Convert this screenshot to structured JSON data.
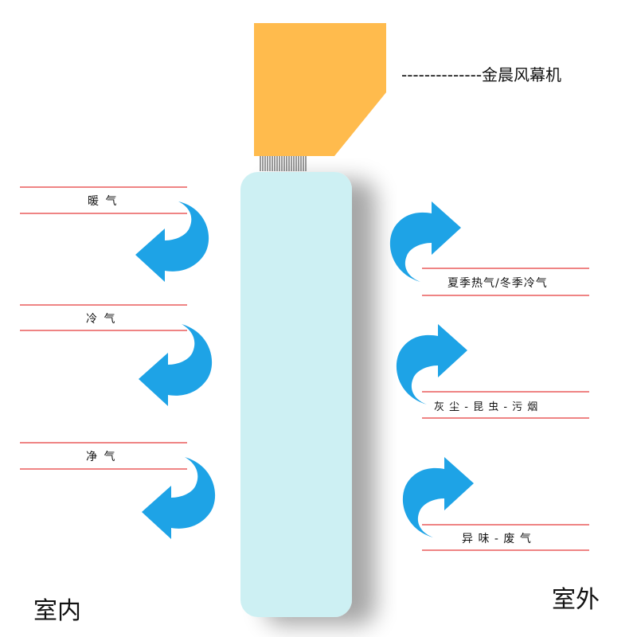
{
  "machine": {
    "name_line": "--------------金晨风幕机",
    "body_color": "#ffbb4d",
    "column_color": "#cdf0f3"
  },
  "indoor": {
    "title": "室内",
    "labels": [
      "暖 气",
      "冷 气",
      "净 气"
    ]
  },
  "outdoor": {
    "title": "室外",
    "labels": [
      "夏季热气/冬季冷气",
      "灰 尘 - 昆 虫 - 污 烟",
      "异 味 - 废 气"
    ]
  },
  "colors": {
    "arrow": "#1ea3e6",
    "line": "#e53b3b",
    "text": "#111111"
  }
}
